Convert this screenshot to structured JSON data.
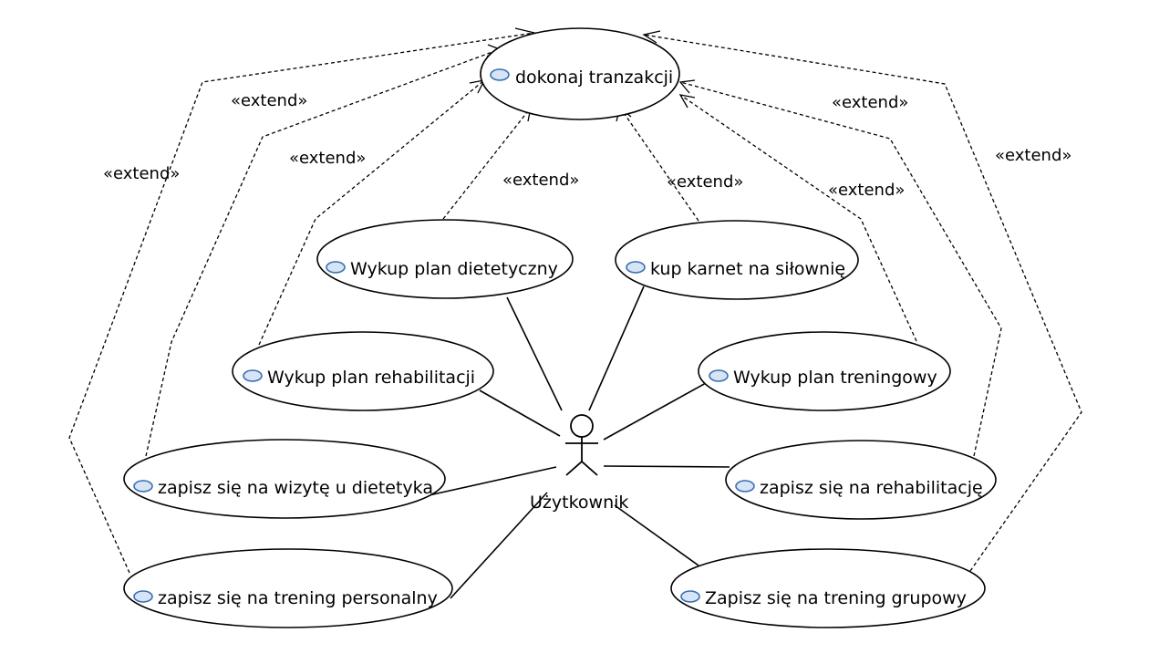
{
  "diagram": {
    "central_use_case": {
      "label": "dokonaj tranzakcji"
    },
    "actor": {
      "label": "Użytkownik"
    },
    "use_cases": [
      {
        "id": "uc1",
        "label": "Wykup plan dietetyczny"
      },
      {
        "id": "uc2",
        "label": "kup karnet na siłownię"
      },
      {
        "id": "uc3",
        "label": "Wykup plan rehabilitacji"
      },
      {
        "id": "uc4",
        "label": "Wykup plan treningowy"
      },
      {
        "id": "uc5",
        "label": "zapisz się na wizytę u dietetyka"
      },
      {
        "id": "uc6",
        "label": "zapisz się na rehabilitację"
      },
      {
        "id": "uc7",
        "label": "zapisz się na trening personalny"
      },
      {
        "id": "uc8",
        "label": "Zapisz się na trening grupowy"
      }
    ],
    "extend_labels": [
      "«extend»",
      "«extend»",
      "«extend»",
      "«extend»",
      "«extend»",
      "«extend»",
      "«extend»",
      "«extend»"
    ],
    "colors": {
      "line": "#000000",
      "icon_fill": "#d6e4f5",
      "icon_stroke": "#3a6fb0"
    }
  }
}
